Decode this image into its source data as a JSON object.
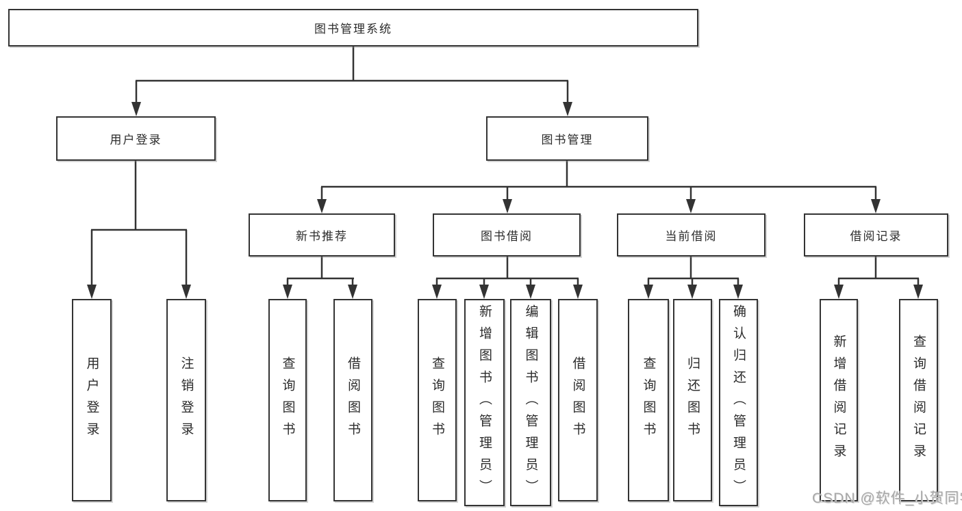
{
  "tree": {
    "root": {
      "label": "图书管理系统"
    },
    "branches": [
      {
        "label": "用户登录",
        "children": [
          {
            "label": "用户登录"
          },
          {
            "label": "注销登录"
          }
        ]
      },
      {
        "label": "图书管理",
        "children": [
          {
            "label": "新书推荐",
            "children": [
              {
                "label": "查询图书"
              },
              {
                "label": "借阅图书"
              }
            ]
          },
          {
            "label": "图书借阅",
            "children": [
              {
                "label": "查询图书"
              },
              {
                "label": "新增图书（管理员）"
              },
              {
                "label": "编辑图书（管理员）"
              },
              {
                "label": "借阅图书"
              }
            ]
          },
          {
            "label": "当前借阅",
            "children": [
              {
                "label": "查询图书"
              },
              {
                "label": "归还图书"
              },
              {
                "label": "确认归还（管理员）"
              }
            ]
          },
          {
            "label": "借阅记录",
            "children": [
              {
                "label": "新增借阅记录"
              },
              {
                "label": "查询借阅记录"
              }
            ]
          }
        ]
      }
    ]
  },
  "watermark": {
    "text": "CSDN @软件_小贺同学"
  },
  "colors": {
    "line": "#333333",
    "box_border": "#333333",
    "box_background": "#ffffff",
    "text": "#2b2b2b",
    "watermark": "#a8a8a8",
    "page_background": "#ffffff"
  }
}
